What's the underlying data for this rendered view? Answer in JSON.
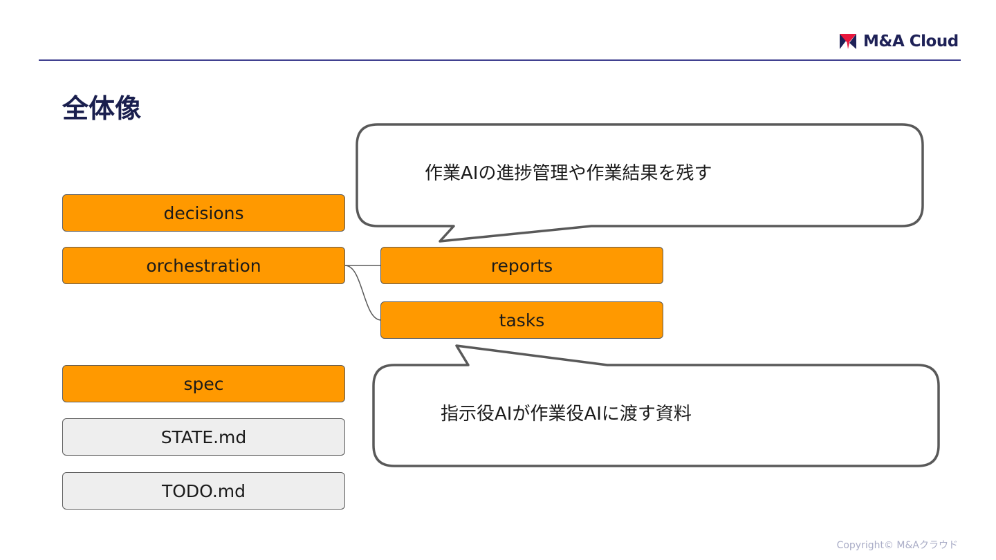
{
  "header": {
    "logo_text": "M&A Cloud",
    "logo_icon": "m-mark-logo-icon",
    "logo_colors": {
      "navy": "#1e2157",
      "red": "#e8173c"
    },
    "rule_color": "#3f3f8f"
  },
  "title": "全体像",
  "tree": {
    "root_items": [
      {
        "label": "decisions",
        "kind": "folder"
      },
      {
        "label": "orchestration",
        "kind": "folder"
      },
      {
        "label": "spec",
        "kind": "folder"
      },
      {
        "label": "STATE.md",
        "kind": "file"
      },
      {
        "label": "TODO.md",
        "kind": "file"
      }
    ],
    "orchestration_children": [
      {
        "label": "reports",
        "kind": "folder"
      },
      {
        "label": "tasks",
        "kind": "folder"
      }
    ],
    "colors": {
      "folder": "#ff9900",
      "file": "#eeeeee"
    }
  },
  "callouts": {
    "reports_note": "作業AIの進捗管理や作業結果を残す",
    "tasks_note": "指示役AIが作業役AIに渡す資料"
  },
  "footer": {
    "copyright": "Copyright© M&Aクラウド"
  }
}
